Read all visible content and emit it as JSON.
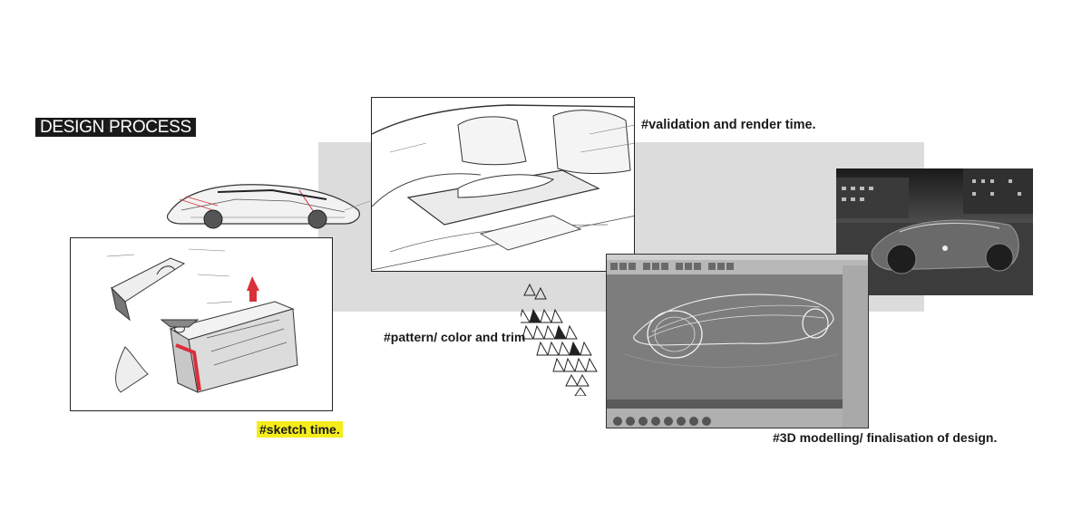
{
  "title": "DESIGN PROCESS",
  "captions": {
    "validation": "#validation and render time.",
    "pattern": "#pattern/ color and trim",
    "sketch": "#sketch time.",
    "modelling": "#3D modelling/ finalisation of design."
  },
  "colors": {
    "highlight": "#f5ec1b",
    "band": "#dcdcdc",
    "title_bg": "#1a1a1a",
    "accent_red": "#d9303c"
  }
}
